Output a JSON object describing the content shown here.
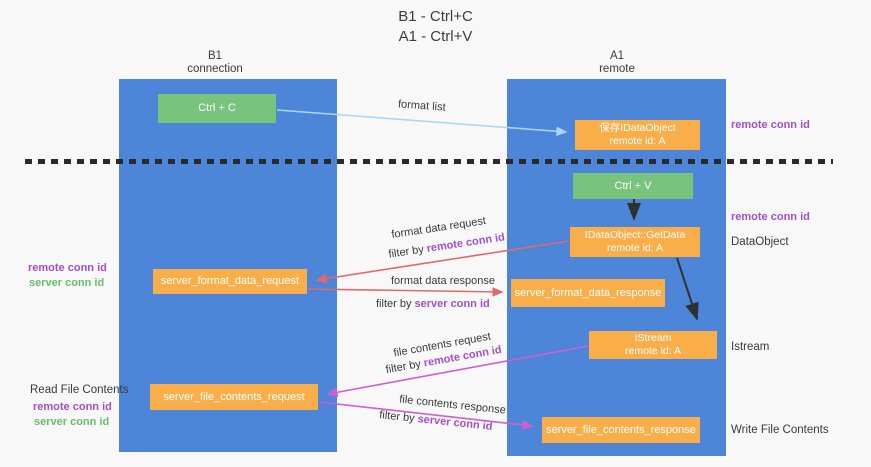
{
  "title": {
    "line1": "B1 - Ctrl+C",
    "line2": "A1 - Ctrl+V"
  },
  "lanes": {
    "left": {
      "name_line1": "B1",
      "name_line2": "connection"
    },
    "right": {
      "name_line1": "A1",
      "name_line2": "remote"
    }
  },
  "nodes": {
    "ctrl_c": {
      "label": "Ctrl + C"
    },
    "save_idataobject": {
      "line1": "保存IDataObject",
      "line2": "remote id: A"
    },
    "ctrl_v": {
      "label": "Ctrl + V"
    },
    "idataobject_getdata": {
      "line1": "IDataObject::GetData",
      "line2": "remote id: A"
    },
    "istream": {
      "line1": "IStream",
      "line2": "remote id: A"
    },
    "server_format_data_request": {
      "label": "server_format_data_request"
    },
    "server_format_data_response": {
      "label": "server_format_data_response"
    },
    "server_file_contents_request": {
      "label": "server_file_contents_request"
    },
    "server_file_contents_response": {
      "label": "server_file_contents_response"
    }
  },
  "arrow_labels": {
    "format_list": "format list",
    "format_data_request": "format data request",
    "format_data_response": "format data response",
    "file_contents_request": "file contents request",
    "file_contents_response": "file contents response",
    "filter_by": "filter by"
  },
  "strings": {
    "remote_conn_id": "remote conn id",
    "server_conn_id": "server conn id"
  },
  "side_labels": {
    "read_file_contents": "Read File Contents",
    "data_object": "DataObject",
    "istream": "Istream",
    "write_file_contents": "Write File Contents"
  },
  "colors": {
    "background": "#f8f8f8",
    "lane_blue": "#4d86d8",
    "node_green": "#78c47c",
    "node_orange": "#f9ae4a",
    "arrow_light_blue": "#a9d7f5",
    "arrow_red": "#e0696b",
    "arrow_magenta": "#cf5ed0",
    "arrow_black": "#303030",
    "text_purple": "#a34fc6",
    "text_green": "#67bd6d",
    "dashed_line": "#2a2a2a"
  }
}
